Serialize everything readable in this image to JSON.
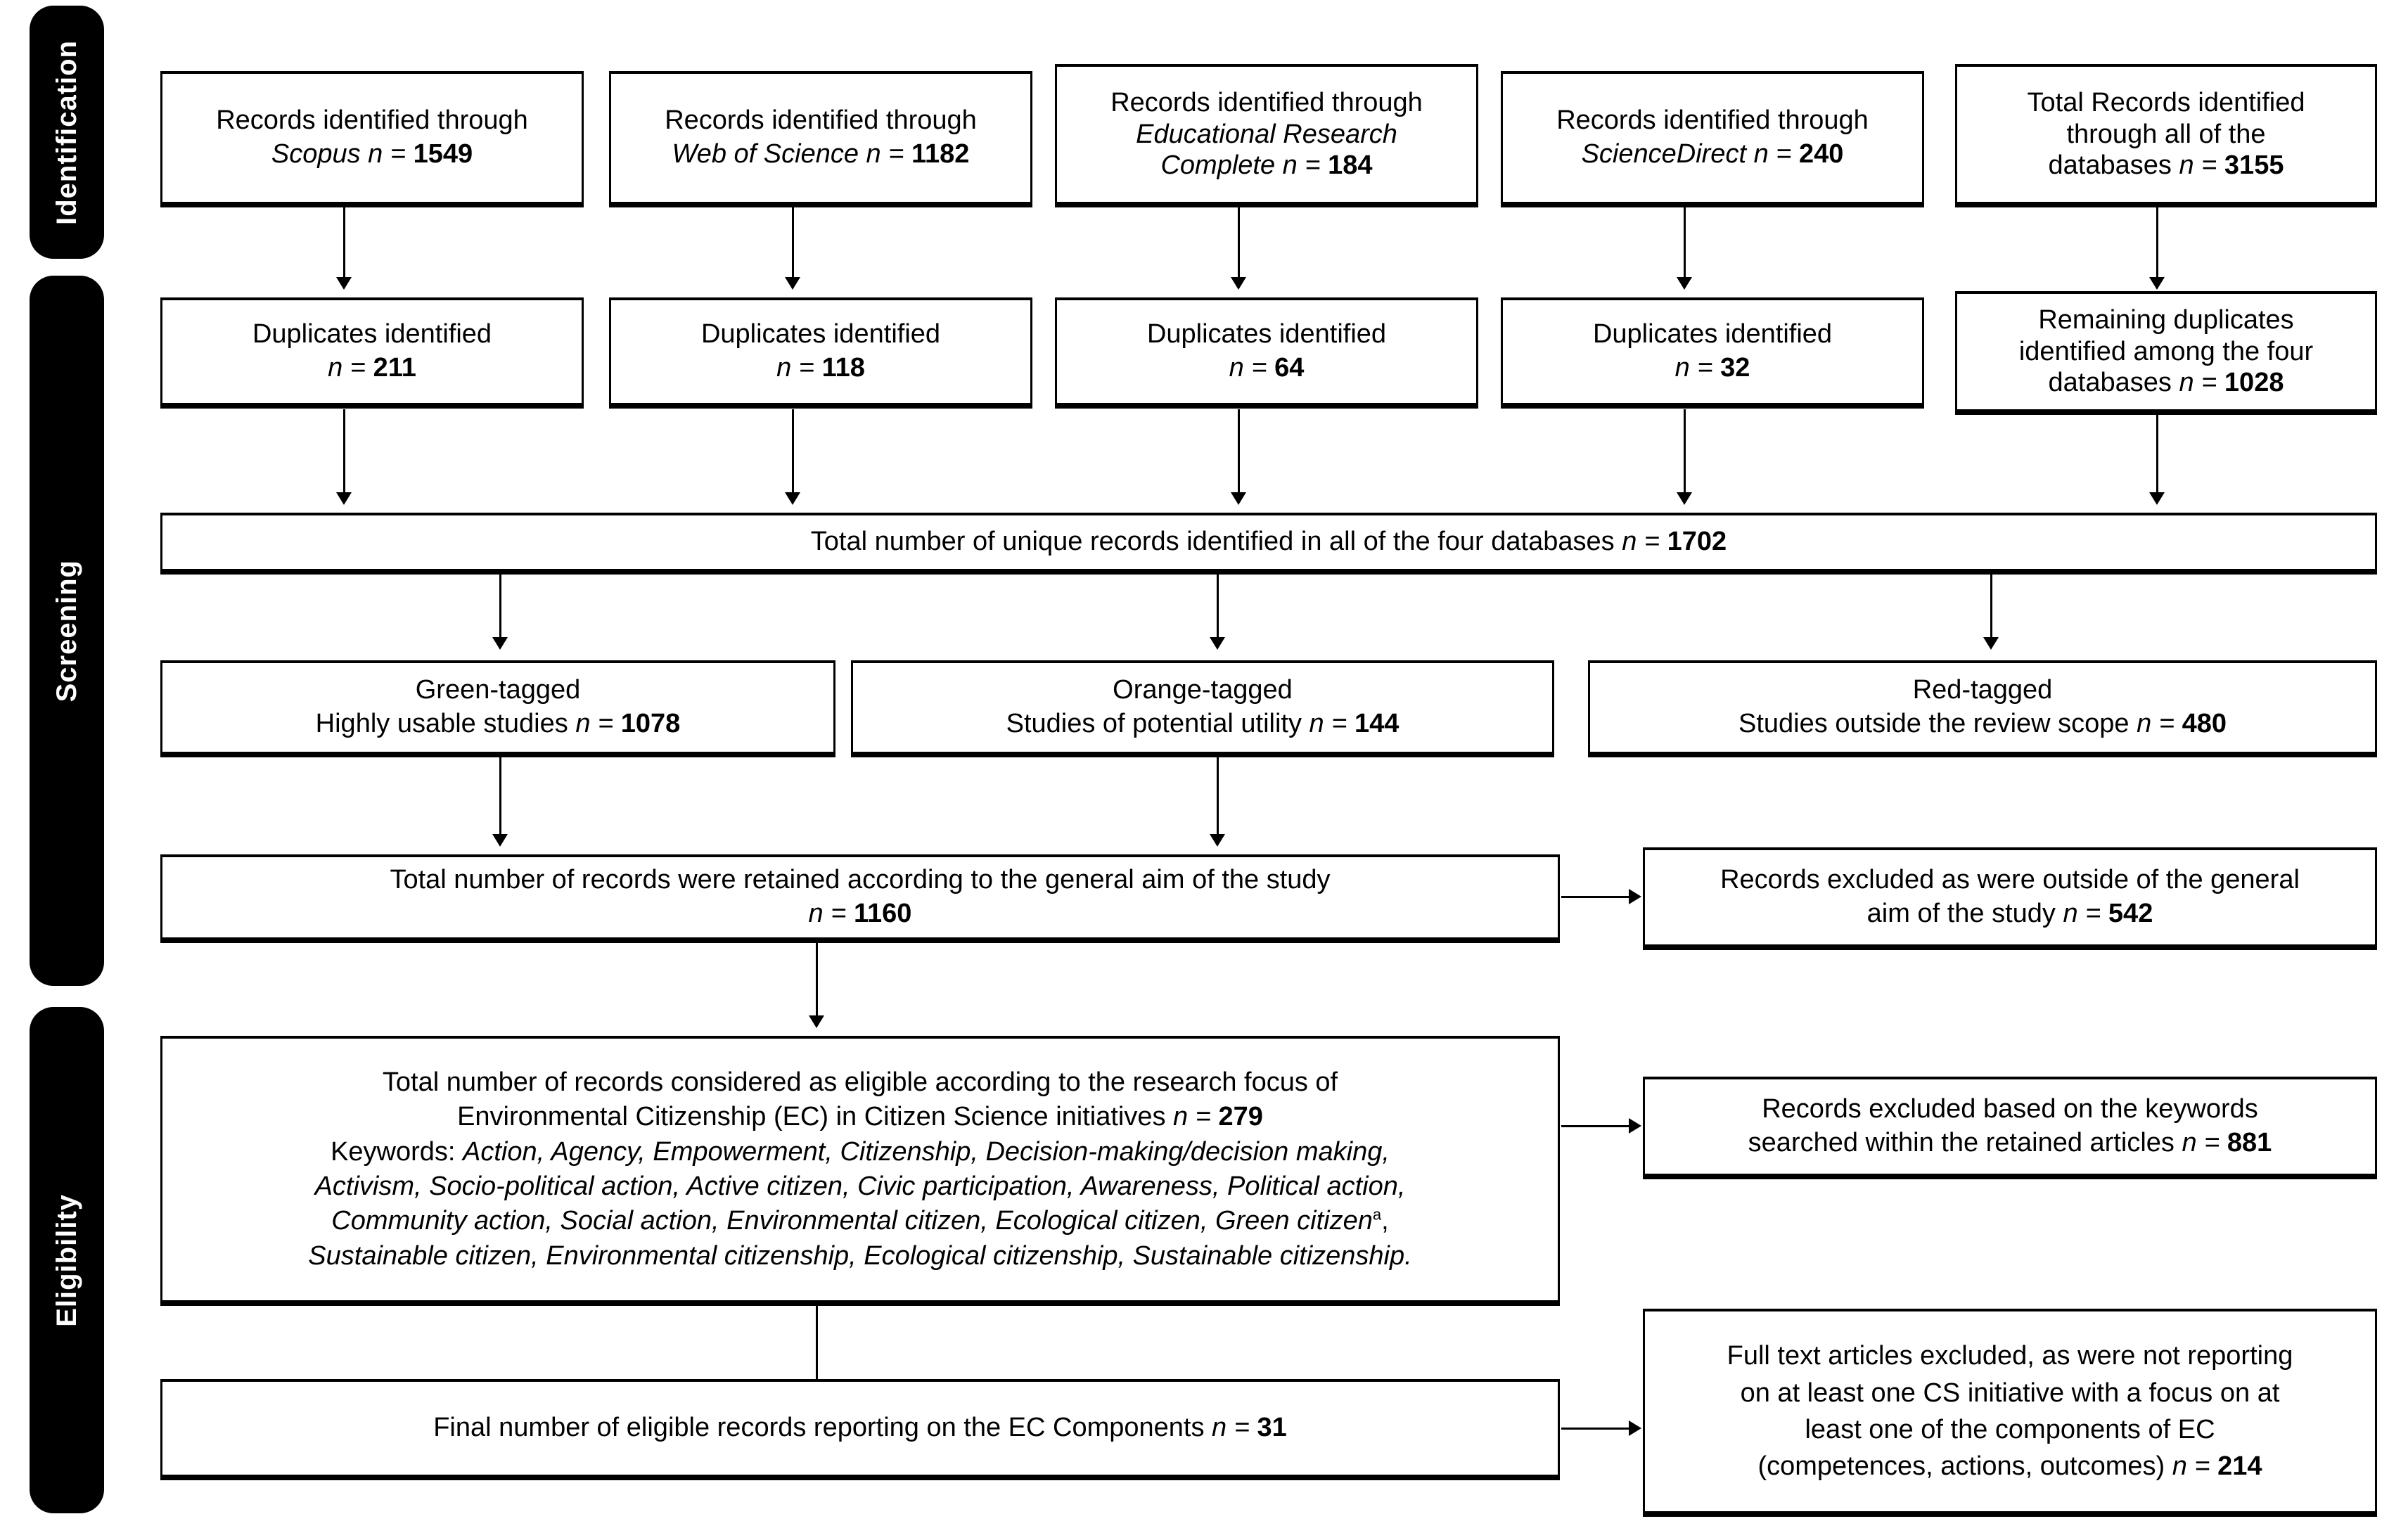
{
  "diagram": {
    "title": "PRISMA flow diagram of the systematic review record selection",
    "type": "prisma-flow-diagram"
  },
  "phases": [
    {
      "id": "identification",
      "label": "Identification"
    },
    {
      "id": "screening",
      "label": "Screening"
    },
    {
      "id": "eligibility",
      "label": "Eligibility"
    }
  ],
  "identification": {
    "sources": [
      {
        "id": "scopus",
        "line1": "Records identified through",
        "source": "Scopus",
        "n_label": "n = ",
        "n": "1549"
      },
      {
        "id": "wos",
        "line1": "Records identified through",
        "source": "Web of Science",
        "n_label": "n = ",
        "n": "1182"
      },
      {
        "id": "erc",
        "line1": "Records identified through",
        "source": "Educational Research Complete",
        "n_label": "n = ",
        "n": "184"
      },
      {
        "id": "sciencedirect",
        "line1": "Records identified through",
        "source": "ScienceDirect",
        "n_label": "n = ",
        "n": "240"
      }
    ],
    "total": {
      "id": "total-records",
      "line1": "Total Records identified",
      "line2": "through all of the",
      "line3": "databases",
      "n_label": "n = ",
      "n": "3155"
    }
  },
  "screening": {
    "duplicates": [
      {
        "id": "dup-scopus",
        "line1": "Duplicates identified",
        "n_label": "n = ",
        "n": "211"
      },
      {
        "id": "dup-wos",
        "line1": "Duplicates identified",
        "n_label": "n = ",
        "n": "118"
      },
      {
        "id": "dup-erc",
        "line1": "Duplicates identified",
        "n_label": "n = ",
        "n": "64"
      },
      {
        "id": "dup-sciencedirect",
        "line1": "Duplicates identified",
        "n_label": "n = ",
        "n": "32"
      }
    ],
    "remaining_duplicates": {
      "id": "remaining-duplicates",
      "line1": "Remaining duplicates",
      "line2": "identified among the four",
      "line3": "databases",
      "n_label": "n = ",
      "n": "1028"
    },
    "unique_records": {
      "id": "unique-records",
      "text": "Total number  of unique records identified in all of the four databases ",
      "n_label": "n = ",
      "n": "1702"
    },
    "tags": [
      {
        "id": "green-tag",
        "title": "Green-tagged",
        "desc": "Highly  usable studies ",
        "n_label": "n = ",
        "n": "1078",
        "color": "#1f9b3e"
      },
      {
        "id": "orange-tag",
        "title": "Orange-tagged",
        "desc": "Studies of potential utility ",
        "n_label": "n = ",
        "n": "144",
        "color": "#e58a18"
      },
      {
        "id": "red-tag",
        "title": "Red-tagged",
        "desc": "Studies outside the review scope ",
        "n_label": "n = ",
        "n": "480",
        "color": "#d42a24"
      }
    ],
    "retained": {
      "id": "retained-records",
      "line1": "Total number  of records were retained according to the general aim of the study",
      "n_label": "n = ",
      "n": "1160"
    },
    "excluded_general_aim": {
      "id": "excluded-general-aim",
      "line1": "Records excluded as were outside of the general",
      "line2": "aim of the study ",
      "n_label": "n = ",
      "n": "542"
    }
  },
  "eligibility": {
    "eligible": {
      "id": "eligible-records",
      "line1": "Total number  of records considered as eligible according to the research focus of",
      "line2": "Environmental  Citizenship (EC) in Citizen Science initiatives ",
      "n_label": "n = ",
      "n": "279",
      "keywords_label": "Keywords: ",
      "keyword_lines": [
        "Action, Agency, Empowerment,  Citizenship, Decision-making/decision making,",
        "Activism, Socio-political action, Active citizen,  Civic participation, Awareness,  Political action,",
        "Community action,  Social action, Environmental citizen, Ecological citizen,  Green citizen",
        "Sustainable citizen,  Environmental citizenship, Ecological citizenship, Sustainable citizenship."
      ],
      "keyword_superscript_line_index": 2,
      "keyword_superscript": "a",
      "keyword_superscript_trailing": ","
    },
    "excluded_keywords": {
      "id": "excluded-keywords",
      "line1": "Records excluded based on the keywords",
      "line2": "searched within the retained articles ",
      "n_label": "n = ",
      "n": "881"
    },
    "final": {
      "id": "final-records",
      "text": "Final number of eligible records reporting on the EC Components ",
      "n_label": "n = ",
      "n": "31"
    },
    "excluded_fulltext": {
      "id": "excluded-fulltext",
      "line1": "Full text articles excluded, as were not reporting",
      "line2": "on at least one CS initiative with a focus on at",
      "line3": "least one of the components of EC",
      "line4": "(competences, actions, outcomes) ",
      "n_label": "n = ",
      "n": "214"
    }
  }
}
